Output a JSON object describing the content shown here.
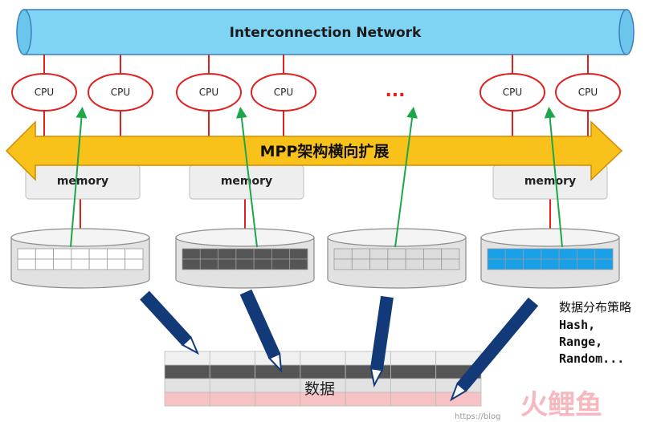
{
  "network": {
    "title": "Interconnection Network",
    "fill": "#7fd3f3",
    "stroke": "#3a7fbf"
  },
  "cpu": {
    "label": "CPU",
    "stroke": "#e0201e",
    "link_color": "#e0201e"
  },
  "ellipsis": "...",
  "scale_arrow": {
    "label": "MPP架构横向扩展",
    "fill": "#f8c21a",
    "stroke": "#d28a00"
  },
  "memory": {
    "label": "memory"
  },
  "storage": {
    "disk_fill": "#e2e2e2",
    "disk_stroke": "#8a8a8a",
    "grids": [
      {
        "name": "white-grid",
        "fill": "#ffffff"
      },
      {
        "name": "dark-grid",
        "fill": "#555555"
      },
      {
        "name": "light-grid",
        "fill": "#dcdcdc"
      },
      {
        "name": "blue-grid",
        "fill": "#1aa0e8"
      }
    ]
  },
  "access_line_color": "#1fa64a",
  "distribution_arrow_color": "#123a78",
  "data_table": {
    "label": "数据",
    "row_colors": [
      "#f0f0f0",
      "#555555",
      "#e2e2e2",
      "#f6c2c4"
    ]
  },
  "strategy": {
    "title": "数据分布策略",
    "items": [
      "Hash,",
      "Range,",
      "Random..."
    ]
  },
  "watermark": {
    "logo_text": "火鲤鱼",
    "url_text": "https://blog"
  }
}
